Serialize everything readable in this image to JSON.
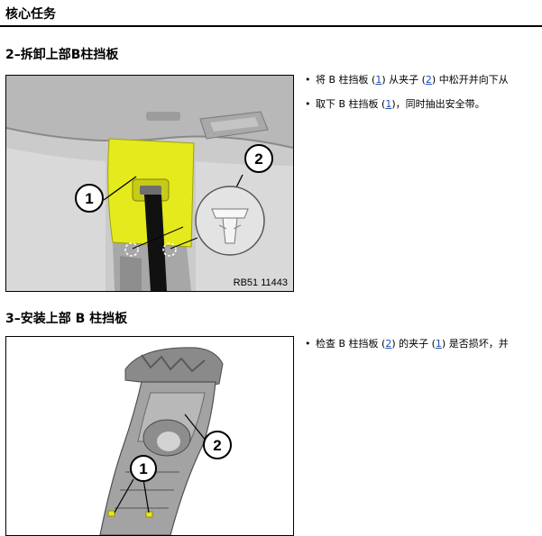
{
  "page": {
    "title": "核心任务"
  },
  "sections": [
    {
      "heading": "2–拆卸上部B柱挡板",
      "figure_ref": "RB51 11443",
      "callouts": [
        "1",
        "2"
      ],
      "steps": [
        {
          "pre": "将 B 柱挡板 (",
          "r1": "1",
          "mid": ") 从夹子 (",
          "r2": "2",
          "post": ") 中松开并向下从"
        },
        {
          "pre": "取下 B 柱挡板 (",
          "r1": "1",
          "mid": ")，同时抽出安全带。",
          "r2": "",
          "post": ""
        }
      ]
    },
    {
      "heading": "3–安装上部 B 柱挡板",
      "callouts": [
        "1",
        "2"
      ],
      "steps": [
        {
          "pre": "检查 B 柱挡板 (",
          "r1": "2",
          "mid": ") 的夹子 (",
          "r2": "1",
          "post": ") 是否损坏，并"
        }
      ]
    }
  ],
  "colors": {
    "highlight_yellow": "#e4ea1c",
    "link_blue": "#1a4fb8"
  }
}
